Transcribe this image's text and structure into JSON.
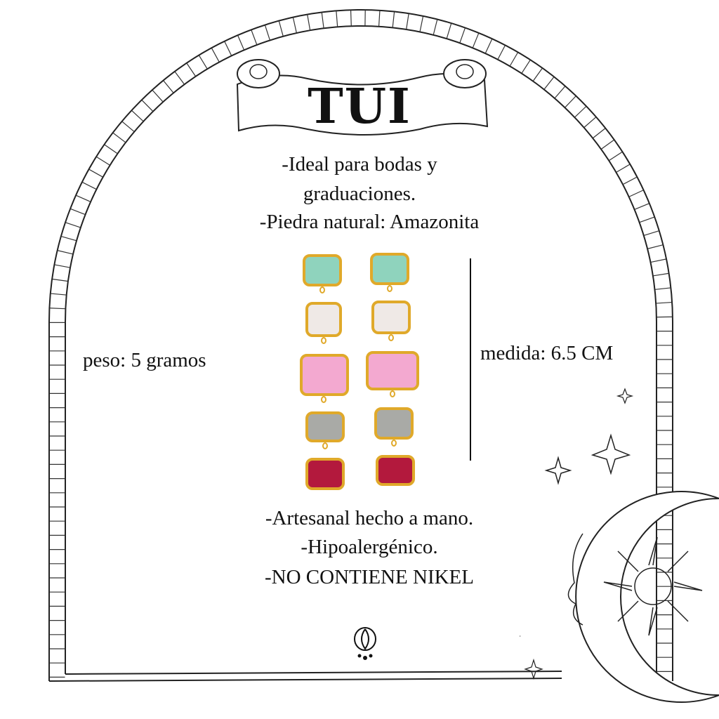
{
  "title": "TUI",
  "features_top": [
    "-Ideal para bodas y",
    "graduaciones.",
    "-Piedra natural: Amazonita"
  ],
  "weight": "peso: 5 gramos",
  "measure": "medida: 6.5 CM",
  "features_bottom": [
    "-Artesanal hecho a mano.",
    "-Hipoalergénico.",
    "-NO CONTIENE NIKEL"
  ],
  "stone_colors": [
    "#8fd3bd",
    "#efe9e6",
    "#f3a9d0",
    "#a9aaa6",
    "#b3193d"
  ],
  "metal_color": "#e0a92a",
  "icons": [
    "scroll-banner",
    "arch-frame",
    "moon-sun",
    "sparkle-star",
    "brand-logo"
  ]
}
